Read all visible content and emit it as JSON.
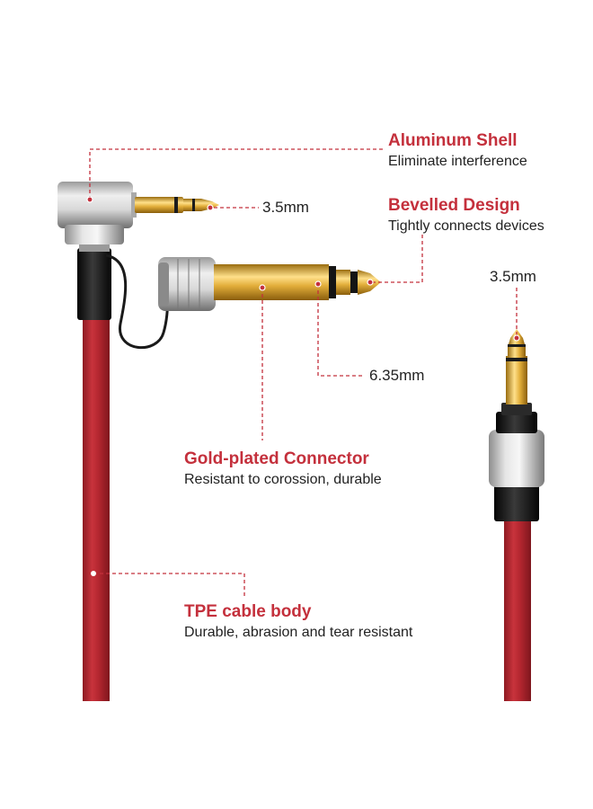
{
  "accent_color": "#c4303c",
  "callouts": {
    "aluminum_shell": {
      "title": "Aluminum Shell",
      "subtitle": "Eliminate interference"
    },
    "bevelled_design": {
      "title": "Bevelled Design",
      "subtitle": "Tightly connects devices"
    },
    "gold_plated": {
      "title": "Gold-plated Connector",
      "subtitle": "Resistant to corossion, durable"
    },
    "tpe_cable": {
      "title": "TPE cable body",
      "subtitle": "Durable, abrasion and tear resistant"
    }
  },
  "dimensions": {
    "angled_plug": "3.5mm",
    "straight_plug": "3.5mm",
    "adapter": "6.35mm"
  },
  "product": {
    "components": [
      "angled-3.5mm-plug",
      "6.35mm-adapter",
      "straight-3.5mm-plug",
      "red-tpe-cable"
    ],
    "colors": {
      "cable": "#b5262f",
      "gold": "#d8a731",
      "silver": "#c9c9c9",
      "black": "#1a1a1a"
    }
  }
}
